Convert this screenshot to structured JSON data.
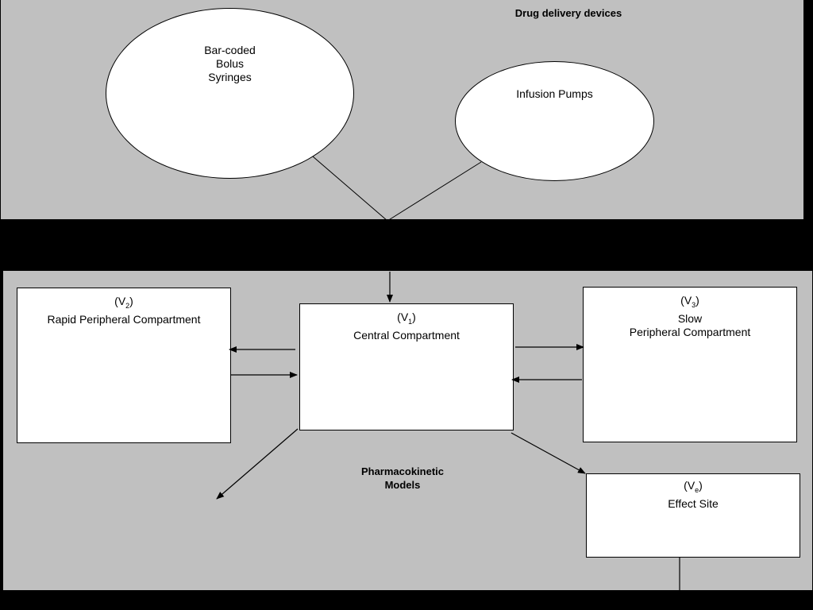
{
  "top_panel": {
    "title": "Drug delivery devices",
    "devices": [
      {
        "label": "Bar-coded\nBolus\nSyringes"
      },
      {
        "label": "Infusion Pumps"
      }
    ]
  },
  "bottom_panel": {
    "title": "Pharmacokinetic\nModels",
    "compartments": {
      "central": {
        "vol_prefix": "(V",
        "vol_sub": "1",
        "vol_suffix": ")",
        "label": "Central Compartment"
      },
      "rapid": {
        "vol_prefix": "(V",
        "vol_sub": "2",
        "vol_suffix": ")",
        "label": "Rapid Peripheral Compartment"
      },
      "slow": {
        "vol_prefix": "(V",
        "vol_sub": "3",
        "vol_suffix": ")",
        "label": "Slow\nPeripheral Compartment"
      },
      "effect": {
        "vol_prefix": "(V",
        "vol_sub": "e",
        "vol_suffix": ")",
        "label": "Effect Site"
      }
    }
  }
}
